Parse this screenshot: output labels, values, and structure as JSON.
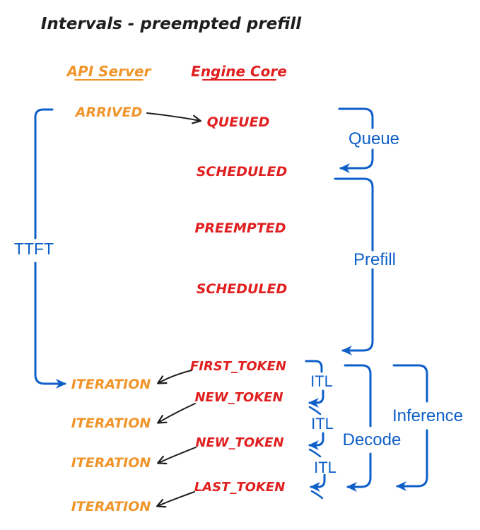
{
  "title": "Intervals - preempted prefill",
  "columns": {
    "api_server": {
      "header": "API Server"
    },
    "engine_core": {
      "header": "Engine Core"
    }
  },
  "api_events": {
    "arrived": "ARRIVED",
    "iteration_1": "ITERATION",
    "iteration_2": "ITERATION",
    "iteration_3": "ITERATION",
    "iteration_4": "ITERATION"
  },
  "engine_events": {
    "queued": "QUEUED",
    "scheduled_1": "SCHEDULED",
    "preempted": "PREEMPTED",
    "scheduled_2": "SCHEDULED",
    "first_token": "FIRST_TOKEN",
    "new_token_1": "NEW_TOKEN",
    "new_token_2": "NEW_TOKEN",
    "last_token": "LAST_TOKEN"
  },
  "intervals": {
    "ttft": "TTFT",
    "queue": "Queue",
    "prefill": "Prefill",
    "itl_1": "ITL",
    "itl_2": "ITL",
    "itl_3": "ITL",
    "decode": "Decode",
    "inference": "Inference"
  },
  "colors": {
    "api_server": "#F0952B",
    "engine_core": "#E02020",
    "interval": "#0E5FC8",
    "ink": "#1E1E1E",
    "background": "#FFFFFF"
  }
}
